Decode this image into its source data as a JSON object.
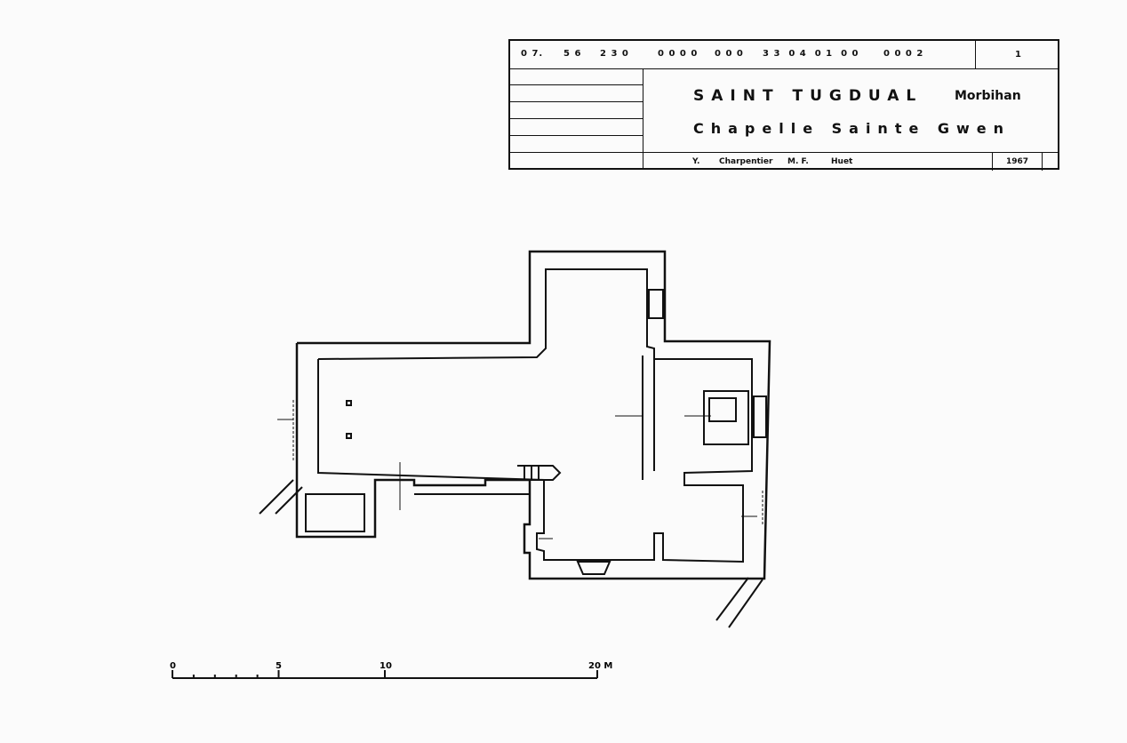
{
  "title_block": {
    "codes": [
      "0 7.",
      "5 6",
      "2 3 0",
      "0 0 0 0",
      "0 0 0",
      "3 3  0 4  0 1  0 0",
      "0 0 0 2"
    ],
    "sheet_number": "1",
    "commune": "SAINT TUGDUAL",
    "department": "Morbihan",
    "building": "Chapelle Sainte Gwen",
    "authors": [
      "Y.",
      "Charpentier",
      "M. F.",
      "Huet"
    ],
    "year": "1967"
  },
  "scale_bar": {
    "labels": [
      "0",
      "5",
      "10",
      "20 M"
    ],
    "unit": "M",
    "max_meters": 20
  }
}
